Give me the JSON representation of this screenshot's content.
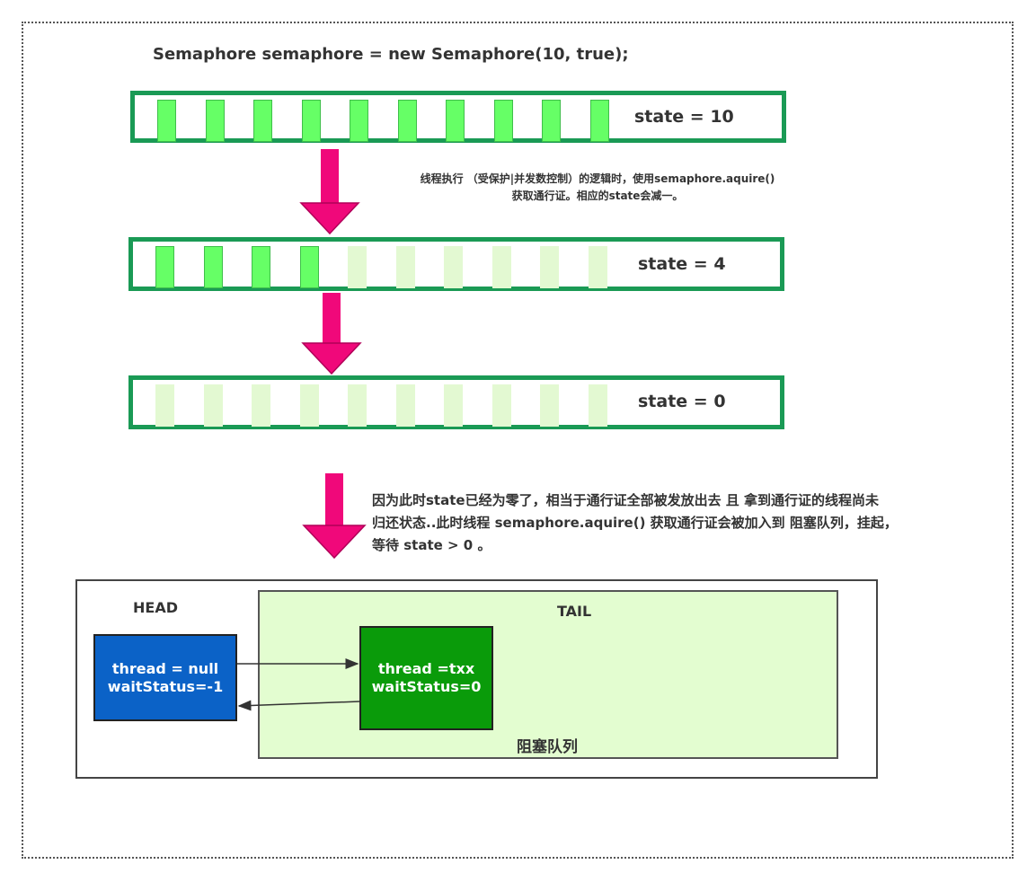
{
  "code_line": "Semaphore semaphore = new Semaphore(10, true);",
  "bars": [
    {
      "state_label": "state = 10",
      "available": 10,
      "total": 10
    },
    {
      "state_label": "state = 4",
      "available": 4,
      "total": 10
    },
    {
      "state_label": "state = 0",
      "available": 0,
      "total": 10
    }
  ],
  "note1": {
    "line1": "线程执行 （受保护|并发数控制）的逻辑时，使用semaphore.aquire()",
    "line2": "获取通行证。相应的state会减一。"
  },
  "note2": {
    "line1": "因为此时state已经为零了，相当于通行证全部被发放出去 且 拿到通行证的线程尚未",
    "line2": "归还状态..此时线程 semaphore.aquire() 获取通行证会被加入到 阻塞队列，挂起，",
    "line3": "等待 state > 0 。"
  },
  "queue": {
    "head_label": "HEAD",
    "tail_label": "TAIL",
    "queue_label": "阻塞队列",
    "head_node": {
      "line1": "thread = null",
      "line2": "waitStatus=-1"
    },
    "txx_node": {
      "line1": "thread =txx",
      "line2": "waitStatus=0"
    }
  },
  "colors": {
    "bar_border": "#1a9a55",
    "permit_full": "#66ff66",
    "permit_empty": "#e3f9d2",
    "arrow": "#f0087a",
    "head_node": "#0b62c7",
    "txx_node": "#0a9b0a",
    "queue_bg": "#e3fdd0"
  },
  "icons": [
    "down-arrow-icon"
  ]
}
